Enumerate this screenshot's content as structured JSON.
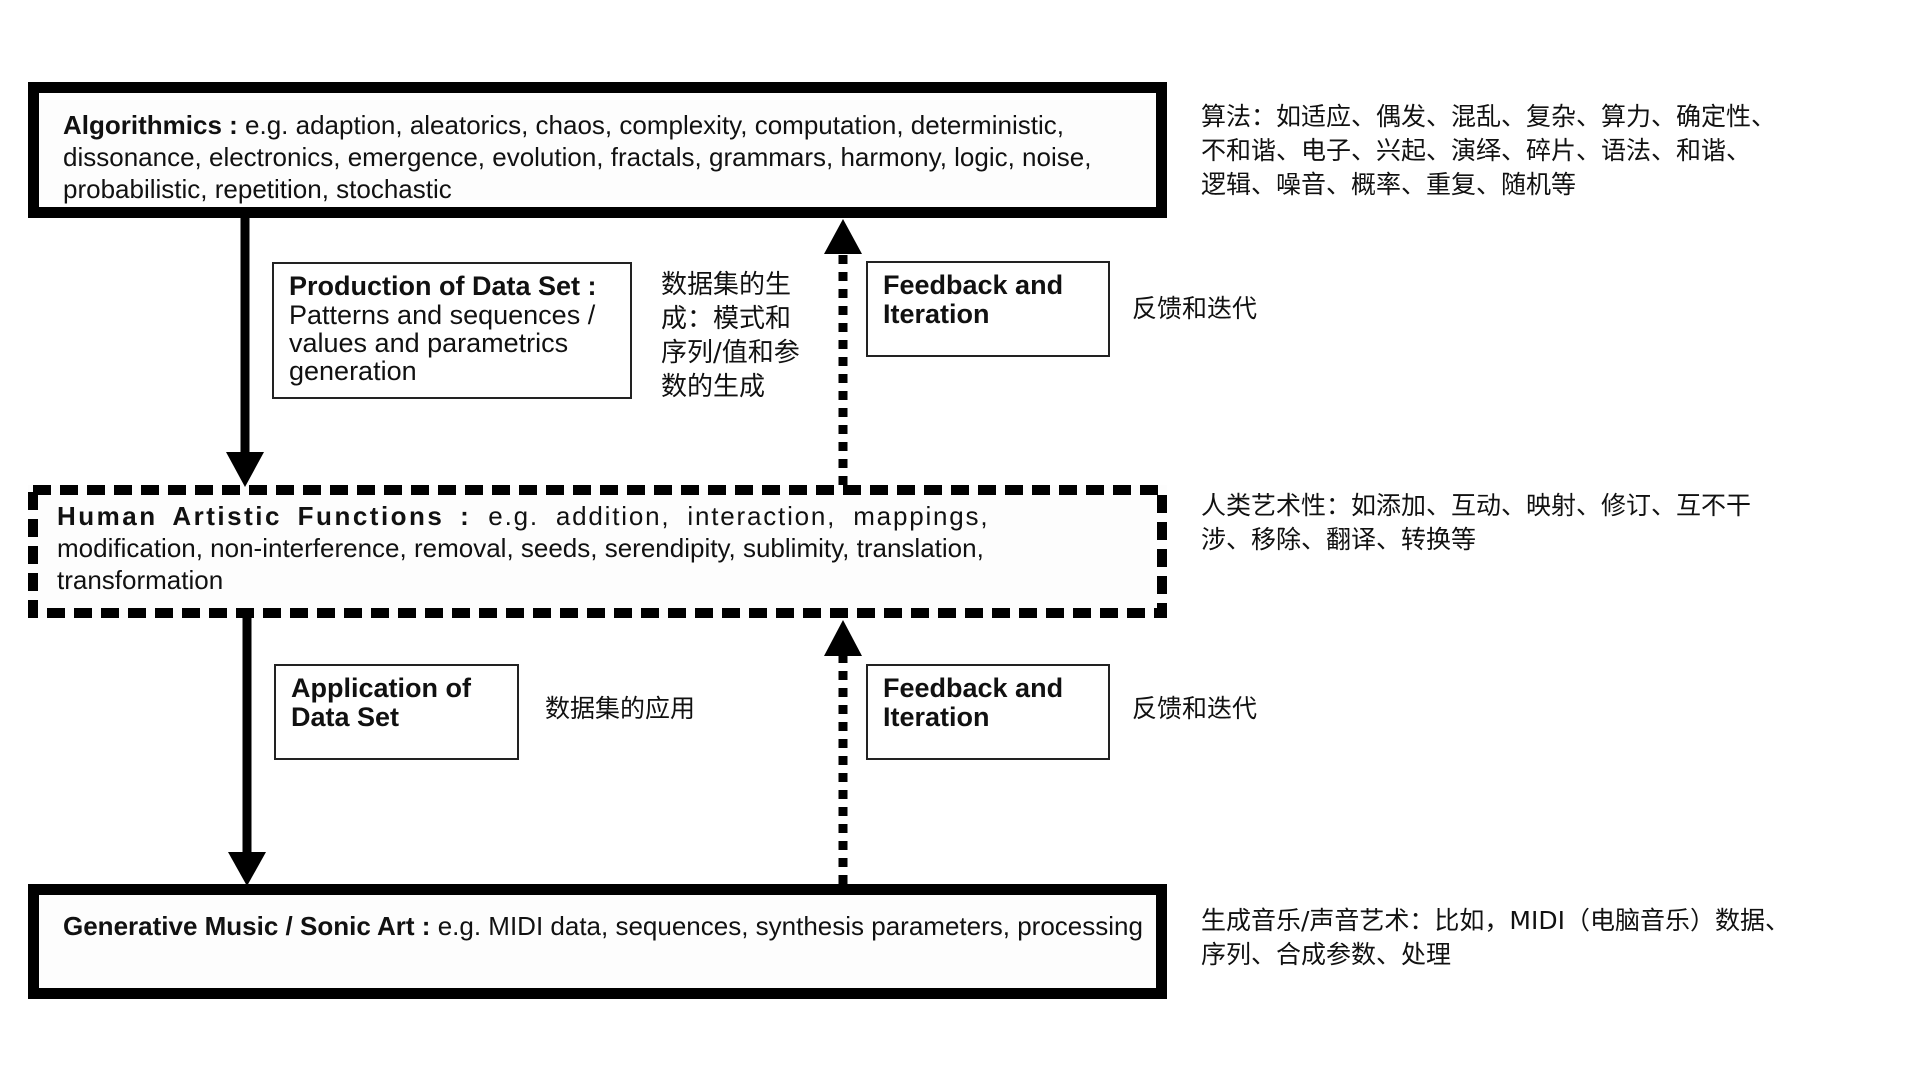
{
  "diagram": {
    "algorithmics": {
      "title": "Algorithmics : ",
      "text": "e.g. adaption, aleatorics, chaos, complexity, computation, deterministic, dissonance, electronics, emergence, evolution, fractals, grammars, harmony,  logic, noise, probabilistic, repetition, stochastic",
      "zh_line1": "算法：如适应、偶发、混乱、复杂、算力、确定性、",
      "zh_line2": "不和谐、电子、兴起、演绎、碎片、语法、和谐、",
      "zh_line3": "逻辑、噪音、概率、重复、随机等"
    },
    "production": {
      "title": "Production of Data Set :",
      "body": "Patterns and sequences / values and parametrics generation",
      "zh_line1": "数据集的生",
      "zh_line2": "成：模式和",
      "zh_line3": "序列/值和参",
      "zh_line4": "数的生成"
    },
    "feedback_top": {
      "title_line1": "Feedback and",
      "title_line2": "Iteration",
      "zh": "反馈和迭代"
    },
    "human": {
      "title": "Human  Artistic  Functions  :",
      "text_line1": " e.g.  addition,  interaction,  mappings,",
      "text_line2": "modification, non-interference, removal, seeds, serendipity, sublimity, translation,",
      "text_line3": "transformation",
      "zh_line1": "人类艺术性：如添加、互动、映射、修订、互不干",
      "zh_line2": "涉、移除、翻译、转换等"
    },
    "application": {
      "title_line1": "Application of",
      "title_line2": "Data Set",
      "zh": "数据集的应用"
    },
    "feedback_bottom": {
      "title_line1": "Feedback and",
      "title_line2": "Iteration",
      "zh": "反馈和迭代"
    },
    "generative": {
      "title": "Generative Music / Sonic Art : ",
      "text": "e.g. MIDI data, sequences, synthesis parameters, processing",
      "zh_line1": "生成音乐/声音艺术：比如，MIDI（电脑音乐）数据、",
      "zh_line2": "序列、合成参数、处理"
    }
  }
}
